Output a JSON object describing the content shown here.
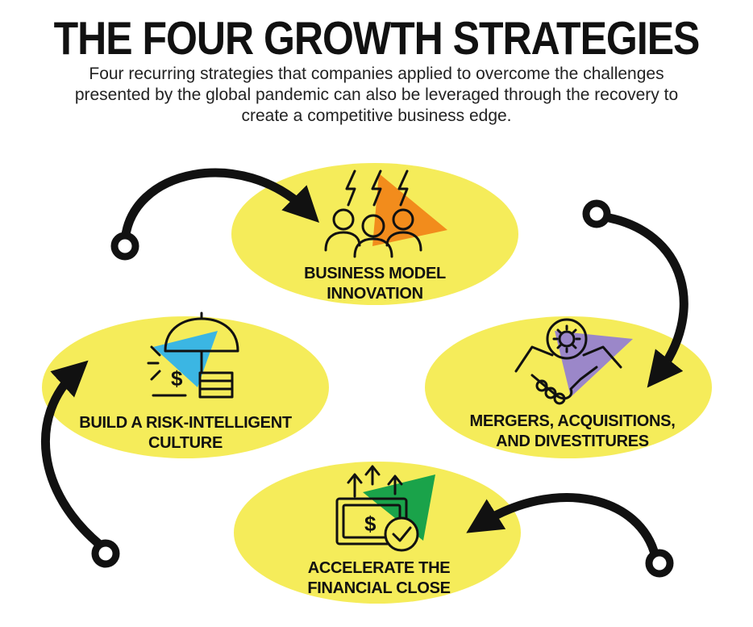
{
  "header": {
    "title": "THE FOUR GROWTH STRATEGIES",
    "subtitle": "Four recurring strategies that companies applied to overcome the challenges presented by the global pandemic can also be leveraged through the recovery to create a competitive business edge."
  },
  "colors": {
    "ellipse": "#f5ec5a",
    "arrow": "#111111",
    "business_model_accent": "#f28c1c",
    "mergers_accent": "#9b87c9",
    "financial_close_accent": "#1aa34a",
    "risk_accent": "#3bb6e3"
  },
  "strategies": [
    {
      "line1": "BUSINESS MODEL",
      "line2": "INNOVATION",
      "icon": "team-lightning-icon"
    },
    {
      "line1": "MERGERS, ACQUISITIONS,",
      "line2": "AND DIVESTITURES",
      "icon": "handshake-gear-icon"
    },
    {
      "line1": "ACCELERATE THE",
      "line2": "FINANCIAL CLOSE",
      "icon": "money-check-icon"
    },
    {
      "line1": "BUILD A RISK-INTELLIGENT",
      "line2": "CULTURE",
      "icon": "umbrella-money-icon"
    }
  ]
}
